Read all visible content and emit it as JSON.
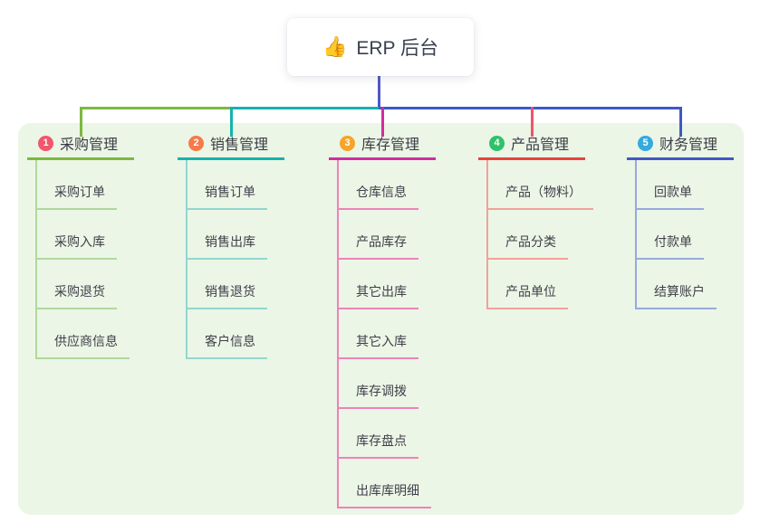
{
  "root": {
    "title": "ERP 后台",
    "icon_char": "👍",
    "icon_color": "#f0b429",
    "line_color": "#5059c5"
  },
  "panel": {
    "background": "#ebf6e6"
  },
  "text_colors": {
    "root": "#3a404f",
    "branch": "#3c3c46",
    "child": "#3f3f49"
  },
  "branches": [
    {
      "num": "1",
      "label": "采购管理",
      "badge_color": "#f2566a",
      "line_color": "#7cb93e",
      "light_color": "#b1d89c",
      "children": [
        "采购订单",
        "采购入库",
        "采购退货",
        "供应商信息"
      ]
    },
    {
      "num": "2",
      "label": "销售管理",
      "badge_color": "#f67a4a",
      "line_color": "#16b3ab",
      "light_color": "#93d6cf",
      "children": [
        "销售订单",
        "销售出库",
        "销售退货",
        "客户信息"
      ]
    },
    {
      "num": "3",
      "label": "库存管理",
      "badge_color": "#f5a42c",
      "line_color": "#cf2e9f",
      "light_color": "#ef82ba",
      "children": [
        "仓库信息",
        "产品库存",
        "其它出库",
        "其它入库",
        "库存调拨",
        "库存盘点",
        "出库库明细"
      ]
    },
    {
      "num": "4",
      "label": "产品管理",
      "badge_color": "#2fc26a",
      "line_color": "#e8423c",
      "stub_color": "#f4516c",
      "light_color": "#f2a19b",
      "children": [
        "产品（物料）",
        "产品分类",
        "产品单位"
      ]
    },
    {
      "num": "5",
      "label": "财务管理",
      "badge_color": "#35aade",
      "line_color": "#3f58c6",
      "light_color": "#98a9e0",
      "children": [
        "回款单",
        "付款单",
        "结算账户"
      ]
    }
  ]
}
